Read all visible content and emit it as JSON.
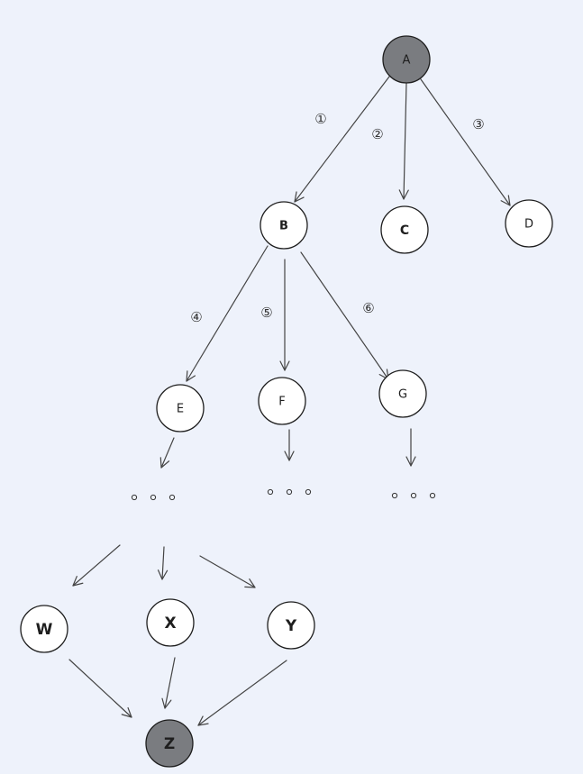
{
  "diagram": {
    "nodes": [
      {
        "id": "A",
        "label": "A",
        "filled": true
      },
      {
        "id": "B",
        "label": "B",
        "filled": false
      },
      {
        "id": "C",
        "label": "C",
        "filled": false
      },
      {
        "id": "D",
        "label": "D",
        "filled": false
      },
      {
        "id": "E",
        "label": "E",
        "filled": false
      },
      {
        "id": "F",
        "label": "F",
        "filled": false
      },
      {
        "id": "G",
        "label": "G",
        "filled": false
      },
      {
        "id": "W",
        "label": "W",
        "filled": false
      },
      {
        "id": "X",
        "label": "X",
        "filled": false
      },
      {
        "id": "Y",
        "label": "Y",
        "filled": false
      },
      {
        "id": "Z",
        "label": "Z",
        "filled": true
      }
    ],
    "edges": [
      {
        "from": "A",
        "to": "B",
        "label": "①"
      },
      {
        "from": "A",
        "to": "C",
        "label": "②"
      },
      {
        "from": "A",
        "to": "D",
        "label": "③"
      },
      {
        "from": "B",
        "to": "E",
        "label": "④"
      },
      {
        "from": "B",
        "to": "F",
        "label": "⑤"
      },
      {
        "from": "B",
        "to": "G",
        "label": "⑥"
      },
      {
        "from": "E",
        "to": "ellipsis-1",
        "label": ""
      },
      {
        "from": "F",
        "to": "ellipsis-2",
        "label": ""
      },
      {
        "from": "G",
        "to": "ellipsis-3",
        "label": ""
      },
      {
        "from": "ellipsis-1",
        "to": "W",
        "label": ""
      },
      {
        "from": "ellipsis-1",
        "to": "X",
        "label": ""
      },
      {
        "from": "ellipsis-1",
        "to": "Y",
        "label": ""
      },
      {
        "from": "W",
        "to": "Z",
        "label": ""
      },
      {
        "from": "X",
        "to": "Z",
        "label": ""
      },
      {
        "from": "Y",
        "to": "Z",
        "label": ""
      }
    ],
    "ellipses": [
      "ellipsis-1",
      "ellipsis-2",
      "ellipsis-3"
    ],
    "colors": {
      "background": "#eef2fb",
      "node_fill": "#ffffff",
      "highlight_fill": "#7a7c80",
      "stroke": "#1e1e1e"
    }
  }
}
